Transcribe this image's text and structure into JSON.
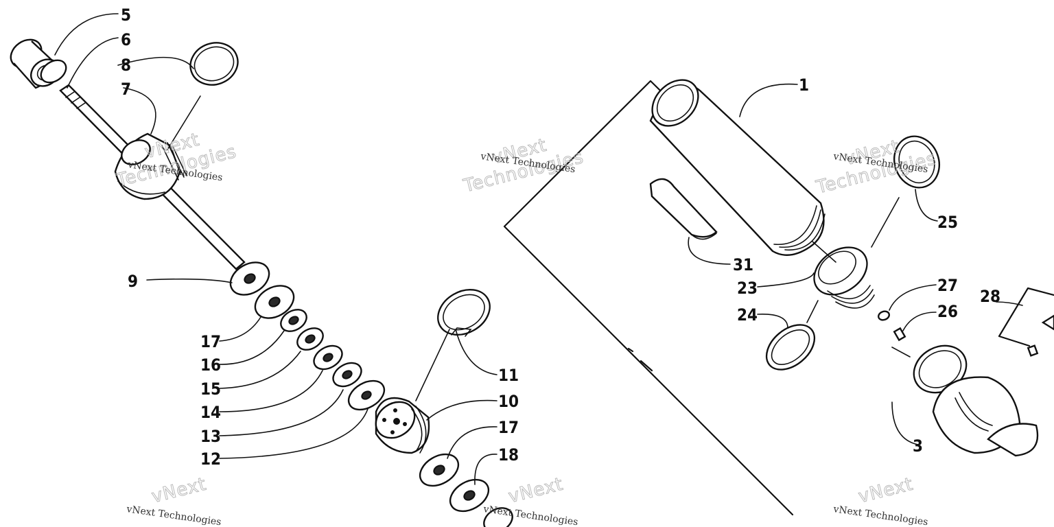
{
  "diagram": {
    "callouts": [
      "1",
      "3",
      "5",
      "6",
      "7",
      "8",
      "9",
      "10",
      "11",
      "12",
      "13",
      "14",
      "15",
      "16",
      "17",
      "17",
      "18",
      "23",
      "24",
      "25",
      "26",
      "27",
      "28",
      "31"
    ]
  },
  "watermark": {
    "big_line1": "vNext",
    "big_line2": "Technologies",
    "small": "vNext Technologies"
  }
}
